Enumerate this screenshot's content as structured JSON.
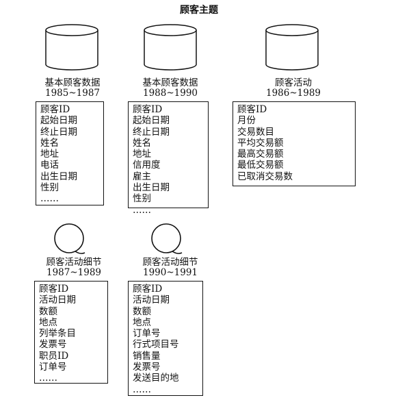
{
  "title": "顾客主题",
  "stores": [
    {
      "kind": "database",
      "name": "基本顾客数据",
      "years": "1985~1987",
      "fields": [
        "顾客ID",
        "起始日期",
        "终止日期",
        "姓名",
        "地址",
        "电话",
        "出生日期",
        "性别",
        "……"
      ]
    },
    {
      "kind": "database",
      "name": "基本顾客数据",
      "years": "1988~1990",
      "fields": [
        "顾客ID",
        "起始日期",
        "终止日期",
        "姓名",
        "地址",
        "信用度",
        "雇主",
        "出生日期",
        "性别",
        "……"
      ]
    },
    {
      "kind": "database",
      "name": "顾客活动",
      "years": "1986~1989",
      "fields": [
        "顾客ID",
        "月份",
        "交易数目",
        "平均交易额",
        "最高交易额",
        "最低交易额",
        "已取消交易数"
      ]
    },
    {
      "kind": "detail",
      "name": "顾客活动细节",
      "years": "1987~1989",
      "fields": [
        "顾客ID",
        "活动日期",
        "数额",
        "地点",
        "列举条目",
        "发票号",
        "职员ID",
        "订单号",
        "……"
      ]
    },
    {
      "kind": "detail",
      "name": "顾客活动细节",
      "years": "1990~1991",
      "fields": [
        "顾客ID",
        "活动日期",
        "数额",
        "地点",
        "订单号",
        "行式项目号",
        "销售量",
        "发票号",
        "发送目的地",
        "……"
      ]
    }
  ]
}
